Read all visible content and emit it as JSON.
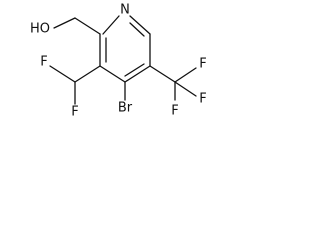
{
  "molecule": {
    "atoms": {
      "nitrogen": "N",
      "hydroxyl": "HO",
      "bromine": "Br",
      "chf2_f_upper": "F",
      "chf2_f_lower": "F",
      "cf3_f_top": "F",
      "cf3_f_right": "F",
      "cf3_f_bottom": "F"
    }
  }
}
